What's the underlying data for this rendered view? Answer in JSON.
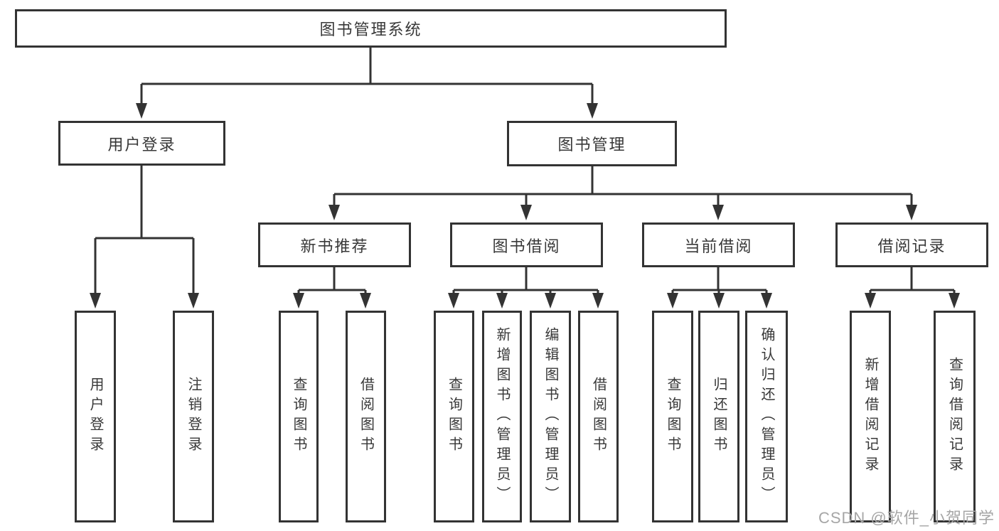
{
  "diagram": {
    "root": {
      "label": "图书管理系统"
    },
    "branches": [
      {
        "label": "用户登录",
        "children": [
          "用户登录",
          "注销登录"
        ]
      },
      {
        "label": "图书管理",
        "groups": [
          {
            "label": "新书推荐",
            "children": [
              "查询图书",
              "借阅图书"
            ]
          },
          {
            "label": "图书借阅",
            "children": [
              "查询图书",
              "新增图书（管理员）",
              "编辑图书（管理员）",
              "借阅图书"
            ]
          },
          {
            "label": "当前借阅",
            "children": [
              "查询图书",
              "归还图书",
              "确认归还（管理员）"
            ]
          },
          {
            "label": "借阅记录",
            "children": [
              "新增借阅记录",
              "查询借阅记录"
            ]
          }
        ]
      }
    ]
  },
  "watermark": "CSDN @软件_小贺同学",
  "colors": {
    "line": "#333333",
    "text": "#383838",
    "watermark": "#a6a6a6",
    "background": "#ffffff"
  }
}
